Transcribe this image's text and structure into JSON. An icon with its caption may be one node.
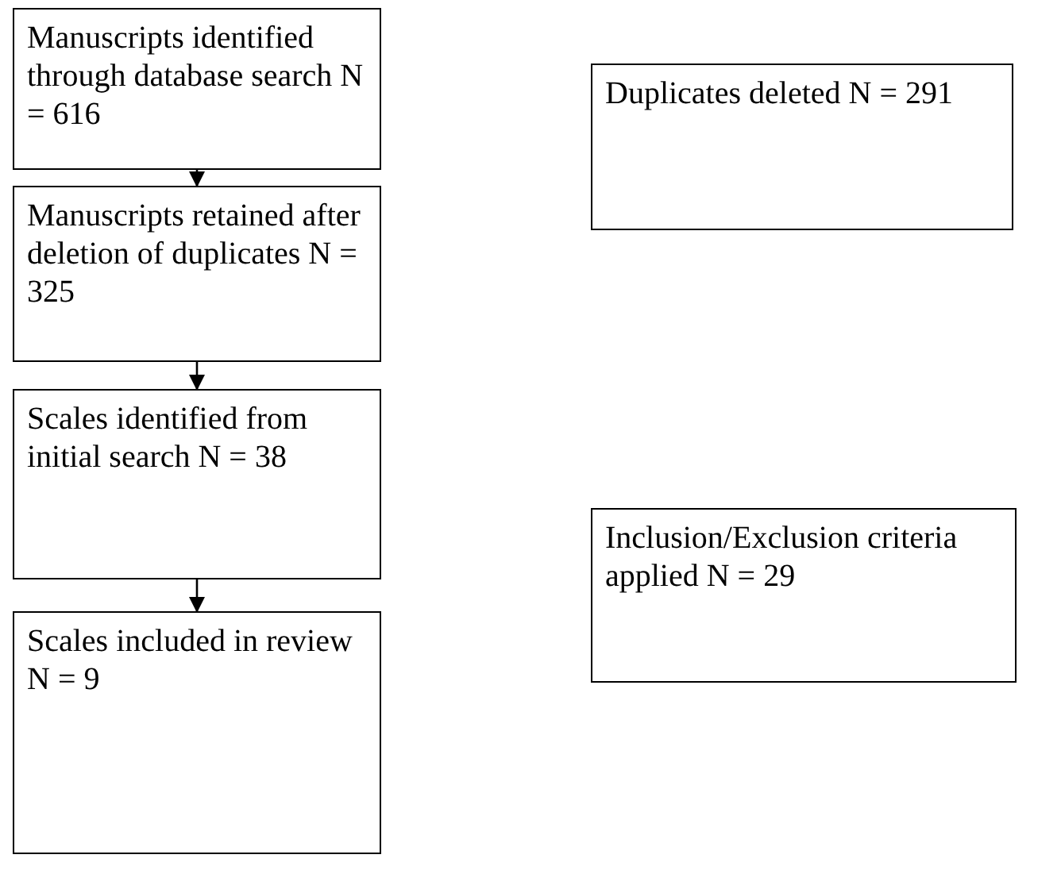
{
  "diagram": {
    "nodes": [
      {
        "text": [
          "Manuscripts identified through database search N = 616"
        ]
      },
      {
        "text": [
          "Manuscripts retained after deletion of duplicates N = 325"
        ]
      },
      {
        "text": [
          "Scales identified from initial search N = 38"
        ]
      },
      {
        "text": [
          "Scales included in review N = 9"
        ]
      },
      {
        "text": [
          "Duplicates deleted N = 291"
        ]
      },
      {
        "text": [
          "Inclusion/Exclusion criteria applied N = 29"
        ]
      }
    ],
    "edges": [
      {
        "from": 0,
        "to": 1,
        "arrow": "to"
      },
      {
        "from": 1,
        "to": 2,
        "arrow": "to"
      },
      {
        "from": 2,
        "to": 3,
        "arrow": "to"
      }
    ]
  }
}
